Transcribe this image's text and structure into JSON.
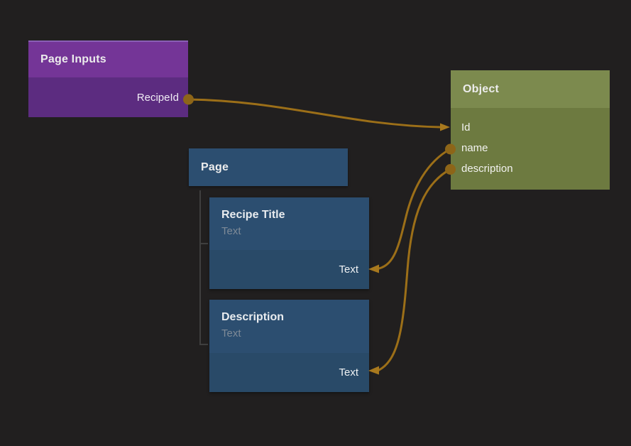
{
  "canvas": {
    "background": "#211f1f"
  },
  "palette": {
    "wire": "#9c6f18",
    "port_dot": "#8d6518",
    "arrowhead": "#a8791e",
    "purple_header": "#743597",
    "purple_body": "#5c2c80",
    "green_header": "#7c8a4e",
    "green_body": "#6d7a40",
    "blue_header": "#2c4e70",
    "blue_port_row": "#294a68",
    "subtitle_gray": "#7e8a97"
  },
  "nodes": {
    "page_inputs": {
      "title": "Page Inputs",
      "outputs": [
        {
          "label": "RecipeId"
        }
      ]
    },
    "object": {
      "title": "Object",
      "fields": [
        "Id",
        "name",
        "description"
      ]
    },
    "page": {
      "title": "Page"
    },
    "recipe_title": {
      "title": "Recipe Title",
      "subtitle": "Text",
      "input_label": "Text"
    },
    "description": {
      "title": "Description",
      "subtitle": "Text",
      "input_label": "Text"
    }
  },
  "connections": [
    {
      "from": "Page Inputs.RecipeId",
      "to": "Object.Id"
    },
    {
      "from": "Object.name",
      "to": "Recipe Title.Text"
    },
    {
      "from": "Object.description",
      "to": "Description.Text"
    }
  ]
}
